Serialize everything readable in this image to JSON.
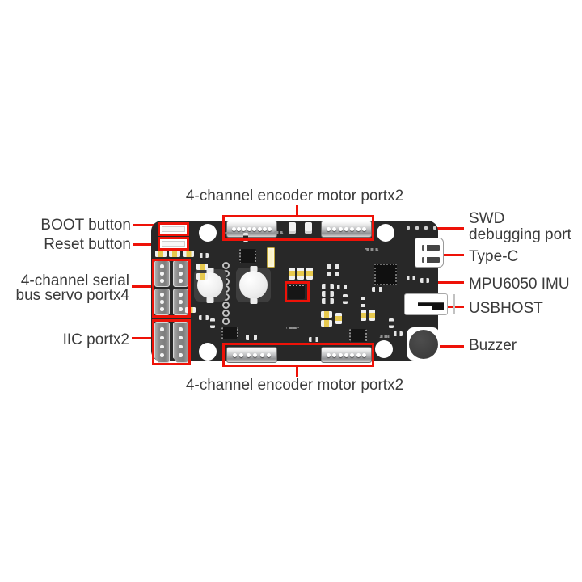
{
  "colors": {
    "annotation_red": "#ee1208",
    "board_black": "#282828",
    "label_text": "#3b3b3b",
    "background": "#ffffff",
    "connector_gray": "#8a8a8a",
    "led_yellow": "#e7c94f"
  },
  "callouts": {
    "encoder_top": {
      "label": "4-channel encoder motor portx2"
    },
    "encoder_bottom": {
      "label": "4-channel encoder motor portx2"
    },
    "boot": {
      "label": "BOOT button"
    },
    "reset": {
      "label": "Reset button"
    },
    "servo": {
      "line1": "4-channel serial",
      "line2": "bus servo portx4"
    },
    "iic": {
      "label": "IIC portx2"
    },
    "swd": {
      "line1": "SWD",
      "line2": "debugging port"
    },
    "typec": {
      "label": "Type-C"
    },
    "mpu": {
      "label": "MPU6050 IMU"
    },
    "usbhost": {
      "label": "USBHOST"
    },
    "buzzer": {
      "label": "Buzzer"
    }
  }
}
